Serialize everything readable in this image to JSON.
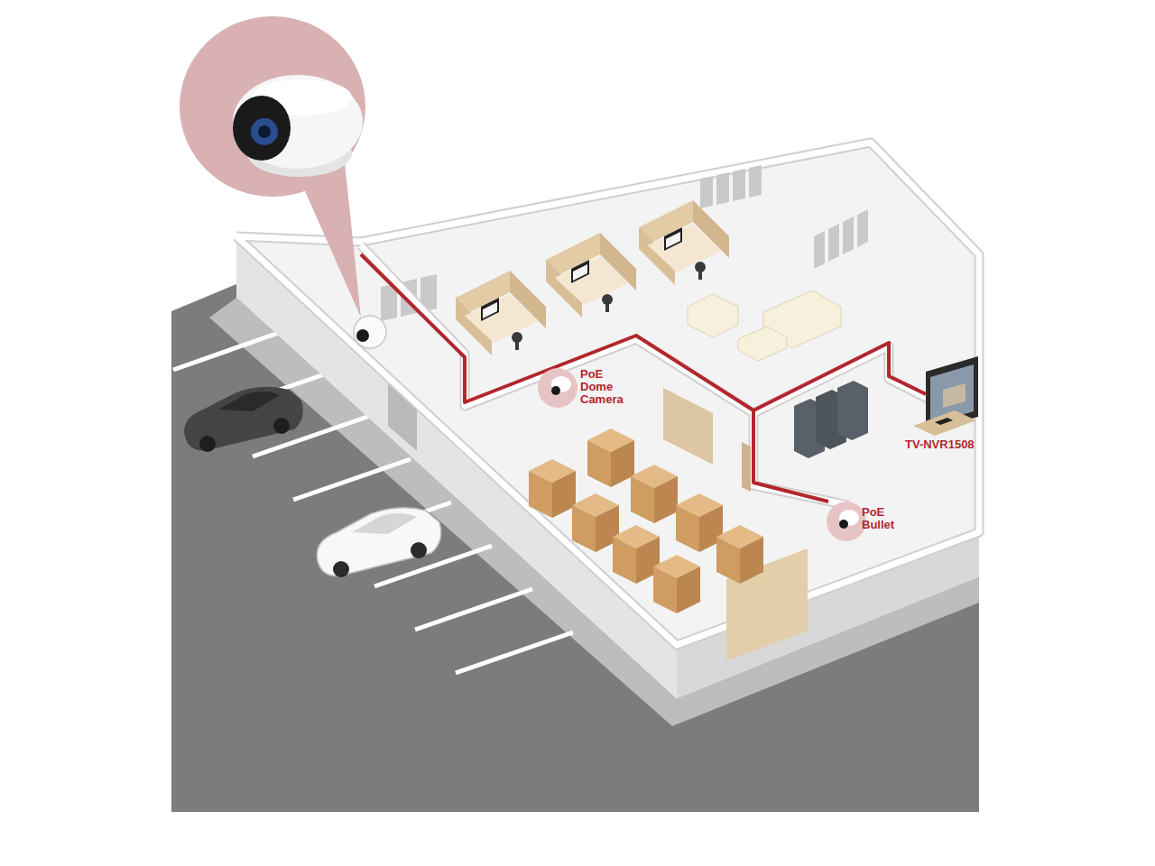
{
  "diagram": {
    "labels": [
      "PoE Dome Camera",
      "PoE Bullet",
      "TV-NVR1508"
    ]
  }
}
